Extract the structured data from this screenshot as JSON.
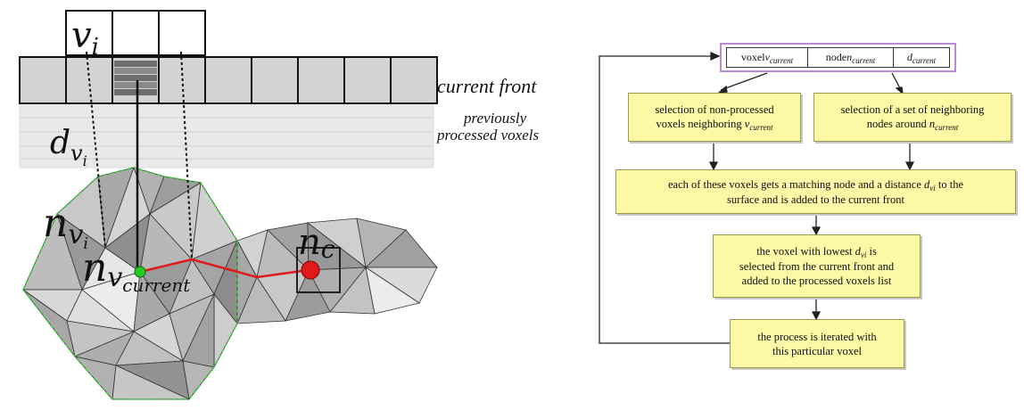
{
  "left": {
    "labels": {
      "vi_main": "v",
      "vi_sub": "i",
      "current_front": "current front",
      "previously": "previously",
      "processed_voxels": "processed voxels",
      "d_main": "d",
      "d_sub1": "v",
      "d_sub2": "i",
      "n_main": "n",
      "n_sub1": "v",
      "n_sub2": "i",
      "ncur_main": "n",
      "ncur_sub1": "v",
      "ncur_sub2": "current",
      "nc_main": "n",
      "nc_sub": "c"
    },
    "colors": {
      "path": "#e01919",
      "current_node": "#22cc22",
      "nc_node": "#e01919",
      "boundary": "#33cc33"
    }
  },
  "flow": {
    "header": {
      "voxel": "voxel ",
      "voxel_i": "v",
      "voxel_sub": "current",
      "node": "node ",
      "node_i": "n",
      "node_sub": "current",
      "dist_i": "d",
      "dist_sub": "current"
    },
    "box_left_line1": "selection of non-processed",
    "box_left_line2": "voxels neighboring ",
    "box_left_i": "v",
    "box_left_sub": "current",
    "box_right_line1": "selection of a set of neighboring",
    "box_right_line2": "nodes around ",
    "box_right_i": "n",
    "box_right_sub": "current",
    "box_match_a": "each of these voxels gets a matching node and a distance ",
    "box_match_i": "d",
    "box_match_sub": "vi",
    "box_match_b": " to the",
    "box_match_line2": "surface and is added to the current front",
    "box_lowest_a": "the voxel with lowest ",
    "box_lowest_i": "d",
    "box_lowest_sub": "vi",
    "box_lowest_b": " is",
    "box_lowest_line2": "selected from the current front and",
    "box_lowest_line3": "added to the processed voxels list",
    "box_iter_line1": "the process is iterated with",
    "box_iter_line2": "this particular voxel"
  }
}
